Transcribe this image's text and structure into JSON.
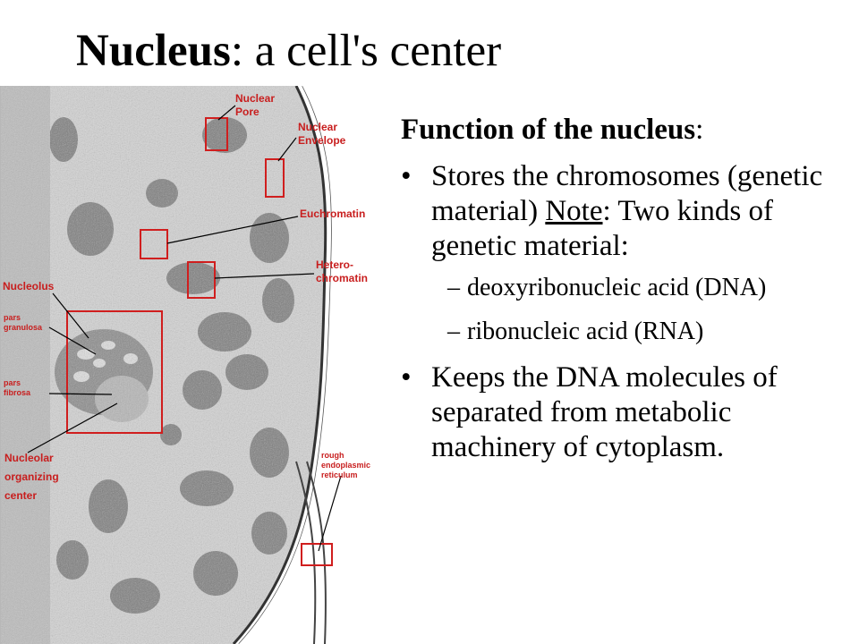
{
  "slide": {
    "title_bold": "Nucleus",
    "title_rest": ": a cell's center"
  },
  "figure": {
    "labels": {
      "nuclear_pore_1": "Nuclear",
      "nuclear_pore_2": "Pore",
      "nuclear_envelope_1": "Nuclear",
      "nuclear_envelope_2": "Envelope",
      "euchromatin": "Euchromatin",
      "heterochromatin_1": "Hetero-",
      "heterochromatin_2": "chromatin",
      "nucleolus": "Nucleolus",
      "pars_granulosa_1": "pars",
      "pars_granulosa_2": "granulosa",
      "pars_fibrosa_1": "pars",
      "pars_fibrosa_2": "fibrosa",
      "nucleolar_1": "Nucleolar",
      "nucleolar_2": "organizing",
      "nucleolar_3": "center",
      "rer_1": "rough",
      "rer_2": "endoplasmic",
      "rer_3": "reticulum"
    },
    "colors": {
      "label": "#c81e1e",
      "box": "#d01e1e"
    }
  },
  "content": {
    "heading": "Function of the nucleus",
    "heading_colon": ":",
    "bullet_symbol": "•",
    "dash_symbol": "–",
    "bullet1": {
      "text_before": "Stores the chromosomes (genetic material) ",
      "underlined": "Note",
      "text_after": ": Two kinds of genetic material:"
    },
    "sub_items": [
      "deoxyribonucleic acid (DNA)",
      "ribonucleic acid (RNA)"
    ],
    "bullet2": "Keeps the DNA molecules of separated from metabolic machinery of cytoplasm."
  }
}
